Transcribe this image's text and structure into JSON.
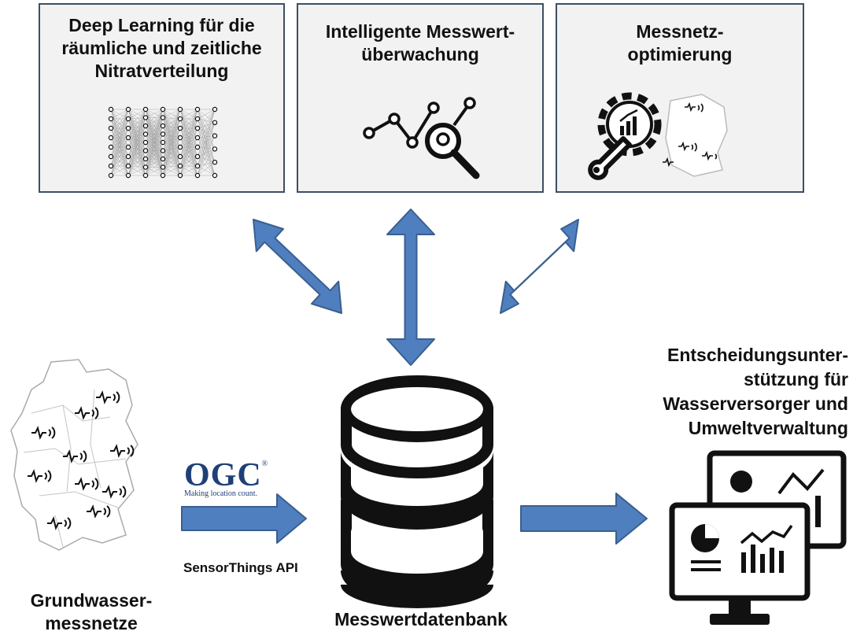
{
  "boxes": [
    {
      "title_line1": "Deep Learning für die",
      "title_line2": "räumliche und zeitliche",
      "title_line3": "Nitratverteilung",
      "icon": "neural-network-icon"
    },
    {
      "title_line1": "Intelligente Messwert-",
      "title_line2": "überwachung",
      "icon": "chart-magnifier-icon"
    },
    {
      "title_line1": "Messnetz-",
      "title_line2": "optimierung",
      "icon": "gear-wrench-map-icon"
    }
  ],
  "left": {
    "label_line1": "Grundwasser-",
    "label_line2": "messnetze",
    "icon": "germany-sensor-map-icon"
  },
  "middle": {
    "label": "Messwertdatenbank",
    "icon": "database-icon"
  },
  "api": {
    "logo_text": "OGC",
    "logo_mark": "®",
    "tagline": "Making location count.",
    "label": "SensorThings API"
  },
  "right": {
    "label_line1": "Entscheidungsunter-",
    "label_line2": "stützung für",
    "label_line3": "Wasserversorger und",
    "label_line4": "Umweltverwaltung",
    "icon": "dashboard-monitors-icon"
  },
  "colors": {
    "arrow_fill": "#4f7fbf",
    "arrow_stroke": "#3a5f8f",
    "box_fill": "#f2f2f2",
    "box_border": "#3d4f63",
    "ogc_blue": "#1f3f78"
  }
}
